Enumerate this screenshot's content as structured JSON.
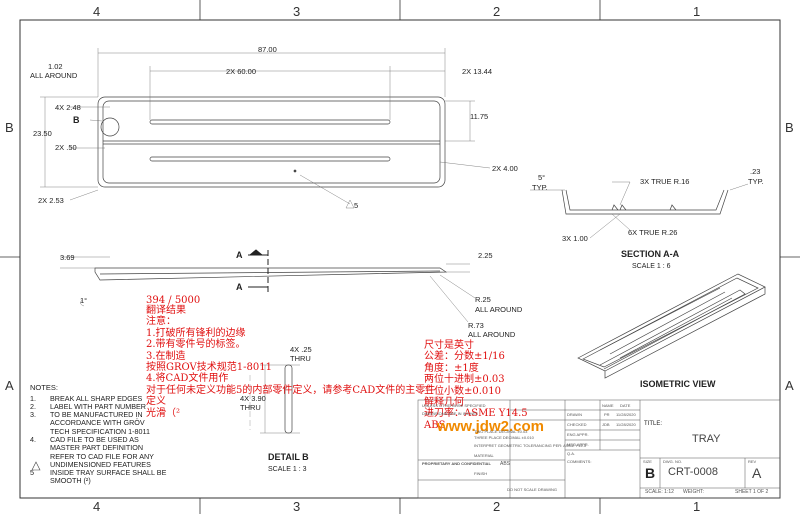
{
  "zones": {
    "top": [
      "4",
      "3",
      "2",
      "1"
    ],
    "bottom": [
      "4",
      "3",
      "2",
      "1"
    ],
    "left": [
      "B",
      "A"
    ],
    "right": [
      "B",
      "A"
    ]
  },
  "dims": {
    "len_87": "87.00",
    "w_102": "1.02",
    "all_around": "ALL AROUND",
    "d_2x6000": "2X 60.00",
    "d_2x1344": "2X 13.44",
    "d_4x248": "4X 2.48",
    "d_b": "B",
    "d_2350": "23.50",
    "d_2x50": "2X .50",
    "d_1175": "11.75",
    "d_2x400": "2X 4.00",
    "d_2x253": "2X 2.53",
    "d_5": "5",
    "d_369": "3.69",
    "d_a": "A",
    "d_1deg": "1°",
    "d_225": "2.25",
    "d_r25": "R.25",
    "d_r73": "R.73",
    "d_5deg": "5°",
    "d_typ": "TYP.",
    "d_3xr16": "3X TRUE R.16",
    "d_23": ".23",
    "d_6xr26": "6X TRUE R.26",
    "d_3x100": "3X 1.00",
    "d_4x25": "4X .25",
    "d_thru": "THRU",
    "d_4x390": "4X 3.90"
  },
  "views": {
    "section_title": "SECTION A-A",
    "section_scale": "SCALE 1 : 6",
    "detail_title": "DETAIL B",
    "detail_scale": "SCALE 1 : 3",
    "iso_title": "ISOMETRIC VIEW"
  },
  "notes": {
    "heading": "NOTES:",
    "items": [
      {
        "num": "1.",
        "text": "BREAK ALL SHARP EDGES"
      },
      {
        "num": "2.",
        "text": "LABEL WITH PART NUMBER"
      },
      {
        "num": "3.",
        "text": "TO BE MANUFACTURED IN"
      },
      {
        "num": "",
        "text": "ACCORDANCE WITH GRÖV"
      },
      {
        "num": "",
        "text": "TECH SPECIFICATION 1-8011"
      },
      {
        "num": "4.",
        "text": "CAD FILE TO BE USED AS"
      },
      {
        "num": "",
        "text": "MASTER PART DEFINITION"
      },
      {
        "num": "",
        "text": "REFER TO CAD FILE FOR ANY"
      },
      {
        "num": "",
        "text": "UNDIMENSIONED FEATURES"
      },
      {
        "num": "5",
        "text": "INSIDE TRAY SURFACE SHALL BE"
      },
      {
        "num": "",
        "text": "SMOOTH (²)"
      }
    ]
  },
  "translation": {
    "counter": "394 / 5000",
    "lines": [
      "翻译结果",
      "注意：",
      "1.打破所有锋利的边缘",
      "2.带有零件号的标签。",
      "3.在制造",
      "按照GROV技术规范1-8011",
      "4.将CAD文件用作",
      "对于任何未定义功能5的内部零件定义，请参考CAD文件的主零件",
      "定义",
      "光滑（²"
    ],
    "right_lines": [
      "尺寸是英寸",
      "公差：分数±1/16",
      "角度：±1度",
      "两位十进制±0.03",
      "三位小数±0.010",
      "解释几何",
      "进刀率：ASME Y14.5",
      "ABS"
    ]
  },
  "watermark": "www.jdw2.com",
  "title_block": {
    "title_label": "TITLE:",
    "title": "TRAY",
    "size_label": "SIZE",
    "size": "B",
    "dwg_label": "DWG. NO.",
    "dwg_no": "CRT-0008",
    "rev_label": "REV",
    "rev": "A",
    "scale": "SCALE: 1:12",
    "weight": "WEIGHT:",
    "sheet": "SHEET 1 OF 2",
    "name_label": "NAME",
    "date_label": "DATE",
    "drawn": "DRAWN",
    "drawn_name": "PR",
    "drawn_date": "11/28/2020",
    "checked": "CHECKED",
    "checked_name": "JDB",
    "checked_date": "11/28/2020",
    "eng_appr": "ENG APPR.",
    "mfg_appr": "MFG APPR.",
    "qa": "Q.A.",
    "comments": "COMMENTS:",
    "material_label": "MATERIAL",
    "material": "ABS",
    "finish_label": "FINISH",
    "no_scale": "DO NOT SCALE DRAWING",
    "proprietary": "PROPRIETARY AND CONFIDENTIAL",
    "unless": "UNLESS OTHERWISE SPECIFIED",
    "dims_in": "DIMENSIONS ARE IN INCHES",
    "two_place": "TWO PLACE DECIMAL  ±0.03",
    "three_place": "THREE PLACE DECIMAL  ±0.010",
    "interpret": "INTERPRET GEOMETRIC TOLERANCING PER: ASME Y14.5"
  }
}
